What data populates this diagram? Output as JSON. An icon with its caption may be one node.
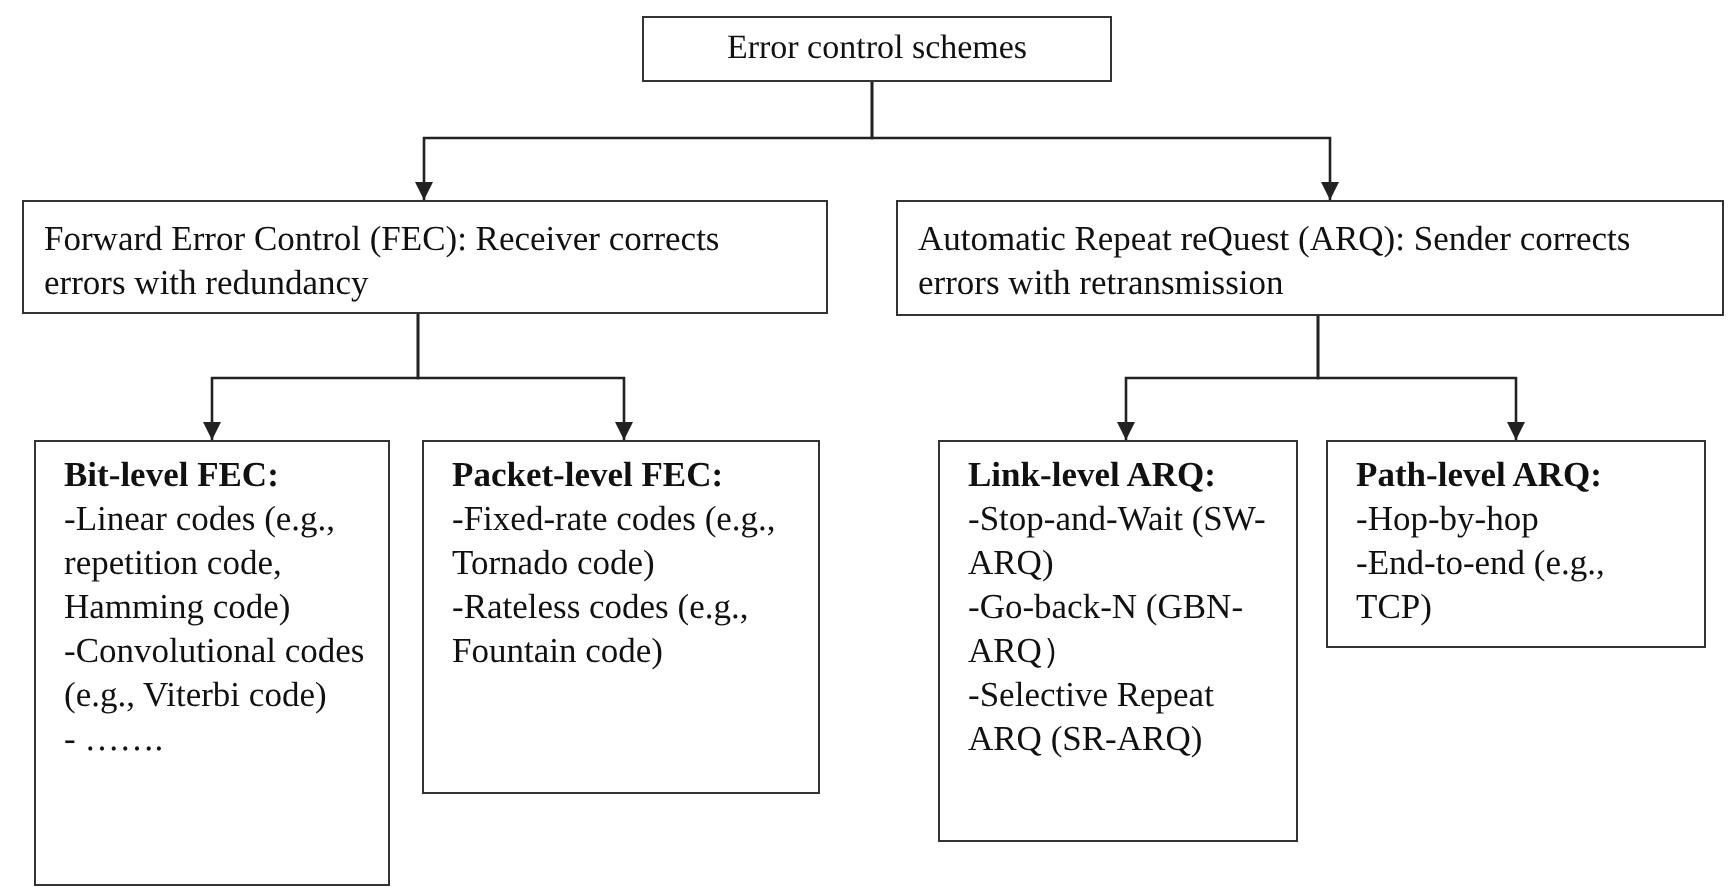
{
  "diagram": {
    "nodes": [
      {
        "text": [
          "Error control schemes"
        ]
      },
      {
        "text": [
          "Forward Error Control (FEC): Receiver corrects errors with redundancy"
        ]
      },
      {
        "text": [
          "Automatic Repeat reQuest (ARQ): Sender corrects errors with retransmission"
        ]
      },
      {
        "text": [
          "Bit-level FEC:",
          "-Linear codes (e.g., repetition code, Hamming code)",
          "-Convolutional codes (e.g., Viterbi code)",
          "- ……."
        ]
      },
      {
        "text": [
          "Packet-level FEC:",
          "-Fixed-rate codes (e.g., Tornado code)",
          "-Rateless codes (e.g., Fountain code)"
        ]
      },
      {
        "text": [
          "Link-level ARQ:",
          "-Stop-and-Wait (SW-ARQ)",
          "-Go-back-N (GBN-ARQ）",
          "-Selective Repeat ARQ (SR-ARQ)"
        ]
      },
      {
        "text": [
          "Path-level ARQ:",
          "-Hop-by-hop",
          "-End-to-end (e.g., TCP)"
        ]
      }
    ],
    "edges": [
      {
        "from": 0,
        "to": 1,
        "arrow": "to"
      },
      {
        "from": 0,
        "to": 2,
        "arrow": "to"
      },
      {
        "from": 1,
        "to": 3,
        "arrow": "to"
      },
      {
        "from": 1,
        "to": 4,
        "arrow": "to"
      },
      {
        "from": 2,
        "to": 5,
        "arrow": "to"
      },
      {
        "from": 2,
        "to": 6,
        "arrow": "to"
      }
    ]
  }
}
